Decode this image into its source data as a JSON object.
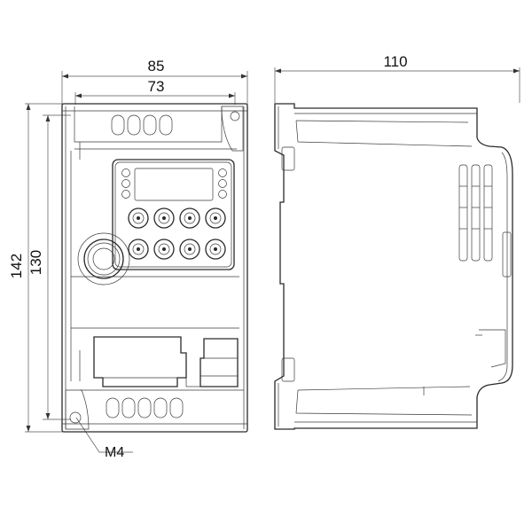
{
  "dimensions": {
    "front_overall_width": "85",
    "front_inner_width": "73",
    "side_depth": "110",
    "overall_height": "142",
    "inner_height": "130"
  },
  "callouts": {
    "mount_screw": "M4"
  },
  "colors": {
    "line": "#2a2a2a",
    "dimension": "#555555",
    "background": "#ffffff"
  }
}
